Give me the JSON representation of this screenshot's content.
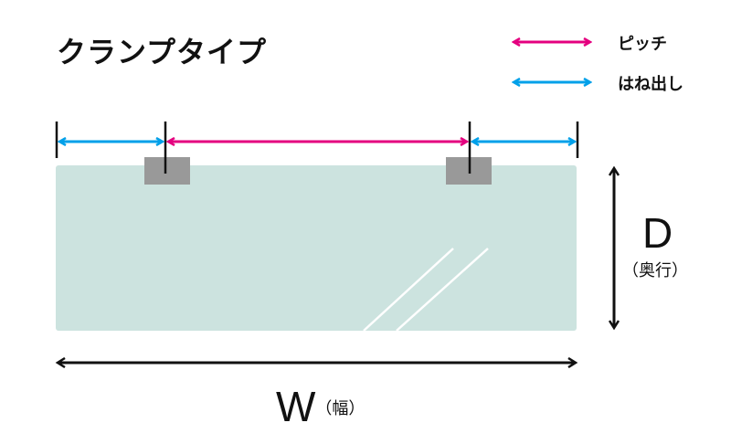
{
  "title": "クランプタイプ",
  "legend": [
    {
      "label": "ピッチ",
      "color": "#e4007f"
    },
    {
      "label": "はね出し",
      "color": "#00a0e9"
    }
  ],
  "depth": {
    "letter": "D",
    "sub": "（奥行）"
  },
  "width": {
    "letter": "W",
    "sub": "（幅）"
  },
  "colors": {
    "glass": "#cce3df",
    "clamp": "#999999",
    "pitch": "#e4007f",
    "overhang": "#00a0e9",
    "dimension": "#111111"
  }
}
